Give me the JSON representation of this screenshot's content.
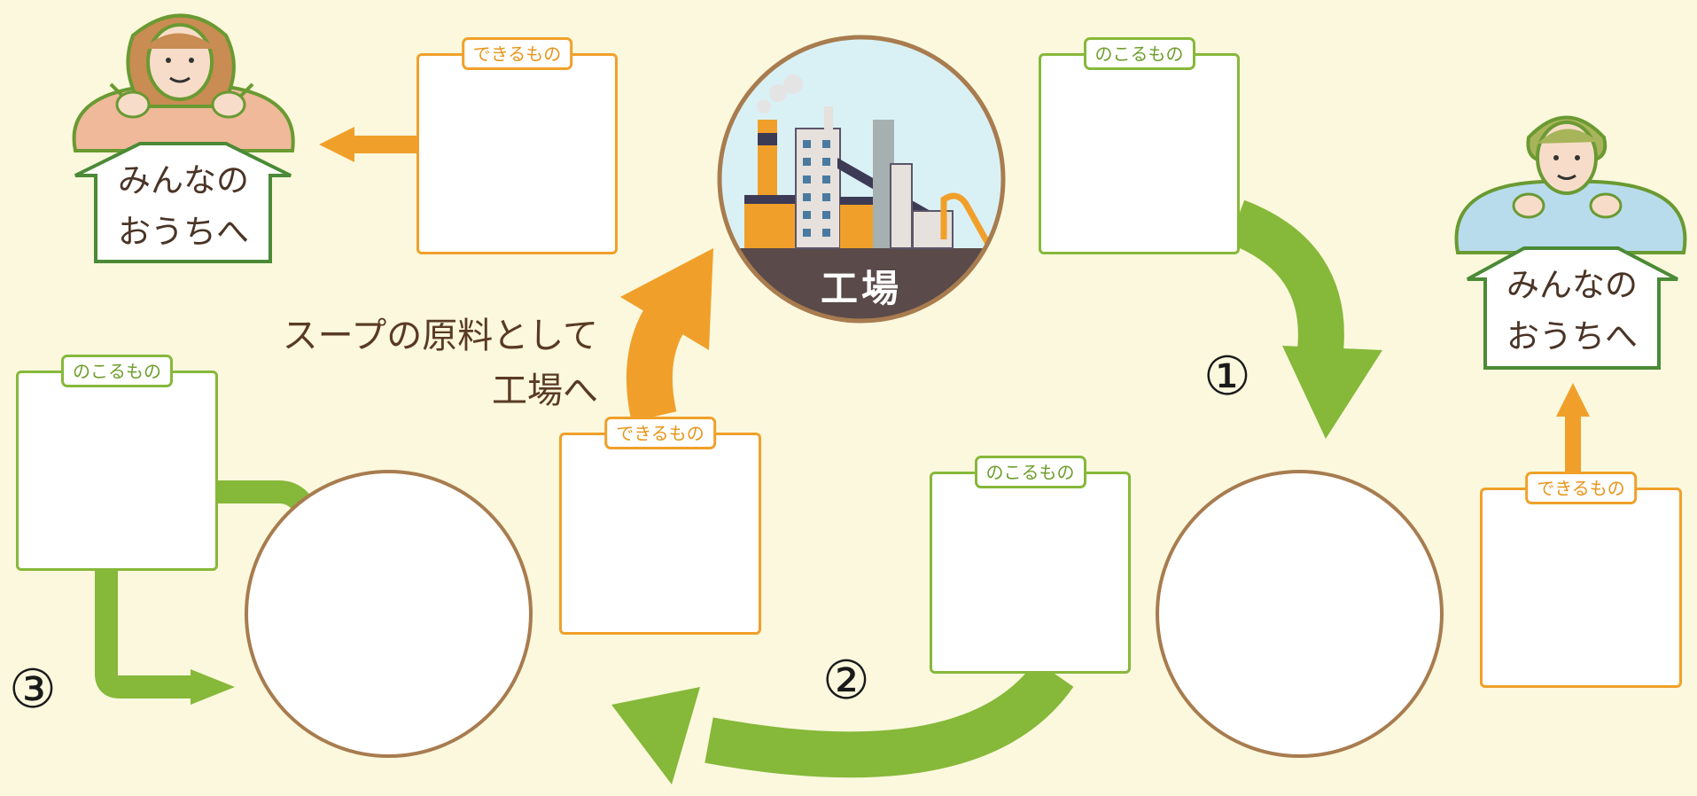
{
  "tags": {
    "dekiru": "できるもの",
    "nokoru": "のこるもの"
  },
  "houses": {
    "left_line1": "みんなの",
    "left_line2": "おうちへ",
    "right_line1": "みんなの",
    "right_line2": "おうちへ"
  },
  "factory": {
    "label": "工場"
  },
  "steps": {
    "one": "①",
    "two": "②",
    "three": "③"
  },
  "caption": {
    "line1": "スープの原料として",
    "line2": "工場へ"
  },
  "colors": {
    "background": "#fbf8dd",
    "green": "#86b83a",
    "orange": "#f0a02a",
    "circle_border": "#a87c4f",
    "text": "#4a3426"
  }
}
